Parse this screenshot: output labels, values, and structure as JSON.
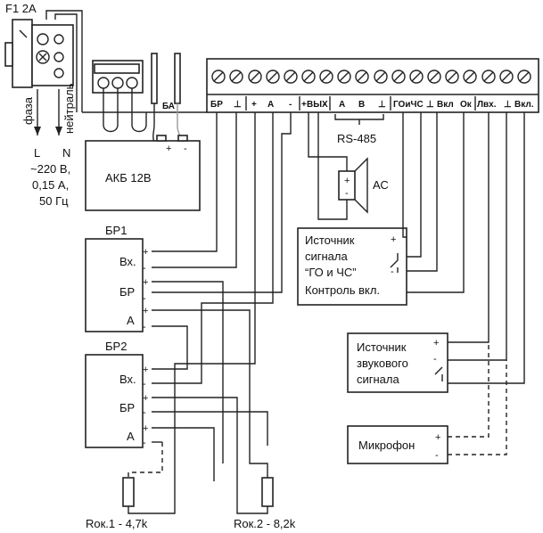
{
  "mains": {
    "fuse": "F1 2A",
    "phase": "фаза",
    "neutral": "нейтраль",
    "L": "L",
    "N": "N",
    "spec1": "~220 В,",
    "spec2": "0,15 А,",
    "spec3": "50 Гц"
  },
  "battery": {
    "label": "АКБ 12В",
    "plus": "+",
    "minus": "-"
  },
  "ba_label": "БА",
  "terminal_labels": [
    "БР",
    "⊥",
    "+",
    "А",
    "-",
    "+",
    "ВЫХ",
    "-",
    "A",
    "B",
    "⊥",
    "ГОиЧС",
    "⊥",
    "Вкл",
    "Ок",
    "Лвх.",
    "⊥",
    "Вкл."
  ],
  "rs485": "RS-485",
  "speaker": {
    "label": "АС",
    "plus": "+",
    "minus": "-"
  },
  "br1": {
    "title": "БР1",
    "pins": [
      "Вх.",
      "БР",
      "А"
    ]
  },
  "br2": {
    "title": "БР2",
    "pins": [
      "Вх.",
      "БР",
      "А"
    ]
  },
  "go_source": {
    "lines": [
      "Источник",
      "сигнала",
      "“ГО и ЧС”",
      "Контроль вкл."
    ]
  },
  "sound_source": {
    "lines": [
      "Источник",
      "звукового",
      "сигнала"
    ]
  },
  "microphone": {
    "label": "Микрофон"
  },
  "resistors": [
    "Rок.1 - 4,7k",
    "Rок.2 - 8,2k"
  ],
  "sign_plus": "+",
  "sign_minus": "-"
}
